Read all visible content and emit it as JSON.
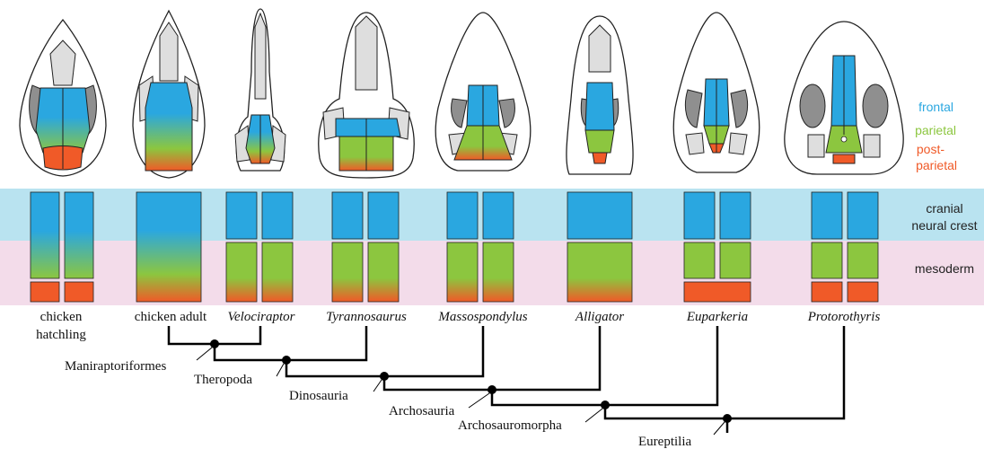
{
  "legend": {
    "frontal": "frontal",
    "parietal": "parietal",
    "postparietal_line1": "post-",
    "postparietal_line2": "parietal"
  },
  "bands": {
    "neural_crest_line1": "cranial",
    "neural_crest_line2": "neural crest",
    "mesoderm": "mesoderm"
  },
  "taxa": {
    "chicken_hatchling_line1": "chicken",
    "chicken_hatchling_line2": "hatchling",
    "chicken_adult": "chicken adult",
    "velociraptor": "Velociraptor",
    "tyrannosaurus": "Tyrannosaurus",
    "massospondylus": "Massospondylus",
    "alligator": "Alligator",
    "euparkeria": "Euparkeria",
    "protorothyris": "Protorothyris"
  },
  "clades": {
    "maniraptoriformes": "Maniraptoriformes",
    "theropoda": "Theropoda",
    "dinosauria": "Dinosauria",
    "archosauria": "Archosauria",
    "archosauromorpha": "Archosauromorpha",
    "eureptilia": "Eureptilia"
  },
  "colors": {
    "frontal": "#2aa7e0",
    "parietal": "#8cc63f",
    "postparietal": "#f05a28",
    "neural_crest_band": "#b9e3f0",
    "mesoderm_band": "#f3dcea",
    "dark_bone": "#8f8f8f",
    "light_bone": "#dedede"
  }
}
